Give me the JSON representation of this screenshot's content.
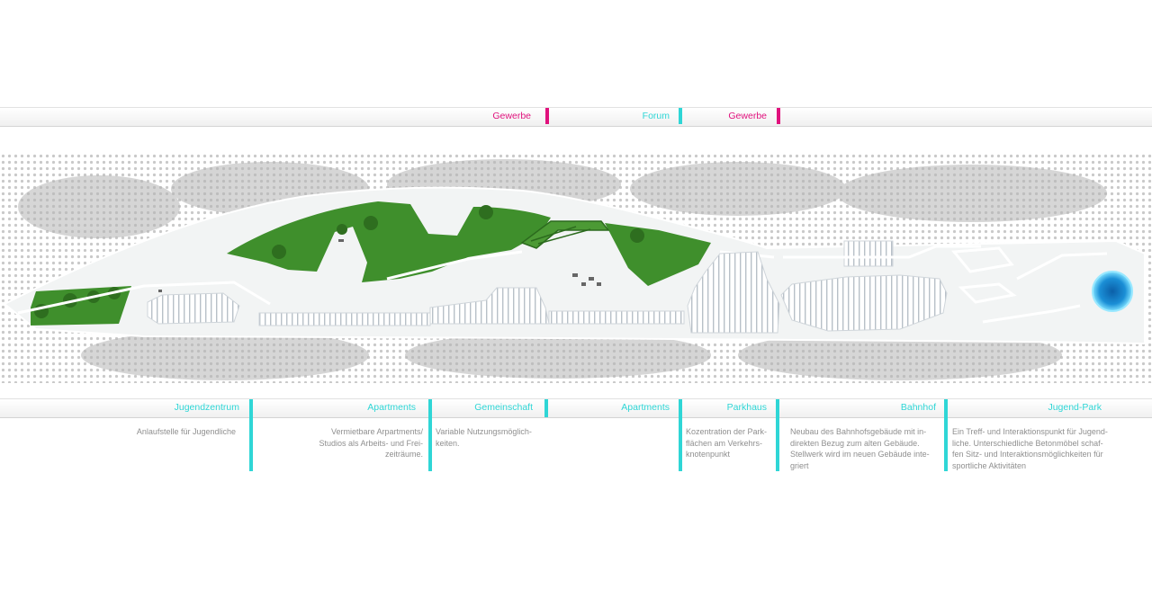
{
  "colors": {
    "magenta": "#e0127d",
    "cyan": "#2fd6d6",
    "lawn": "#3f8f2c",
    "pool": "#1b8fd6",
    "desc_text": "#8f8f8f"
  },
  "top_labels": [
    {
      "text": "Gewerbe",
      "color": "magenta"
    },
    {
      "text": "Forum",
      "color": "cyan"
    },
    {
      "text": "Gewerbe",
      "color": "magenta"
    }
  ],
  "zones": [
    {
      "name": "Jugendzentrum",
      "description": "Anlaufstelle für Jugendliche"
    },
    {
      "name": "Apartments",
      "description": "Vermietbare Arpartments/\nStudios als Arbeits- und Frei-\nzeiträume."
    },
    {
      "name": "Gemeinschaft",
      "description": "Variable Nutzungsmöglich-\nkeiten."
    },
    {
      "name": "Apartments",
      "description": ""
    },
    {
      "name": "Parkhaus",
      "description": "Kozentration der Park-\nflächen am Verkehrs-\nknotenpunkt"
    },
    {
      "name": "Bahnhof",
      "description": "Neubau des Bahnhofsgebäude mit in-\ndirekten Bezug zum alten Gebäude.\nStellwerk wird im neuen Gebäude inte-\ngriert"
    },
    {
      "name": "Jugend-Park",
      "description": "Ein Treff- und Interaktionspunkt für Jugend-\nliche. Unterschiedliche Betonmöbel schaf-\nfen Sitz- und Interaktionsmöglichkeiten für\nsportliche Aktivitäten"
    }
  ],
  "plan": {
    "icons": [
      "tree-icon",
      "pool-icon",
      "bench-icon"
    ]
  }
}
